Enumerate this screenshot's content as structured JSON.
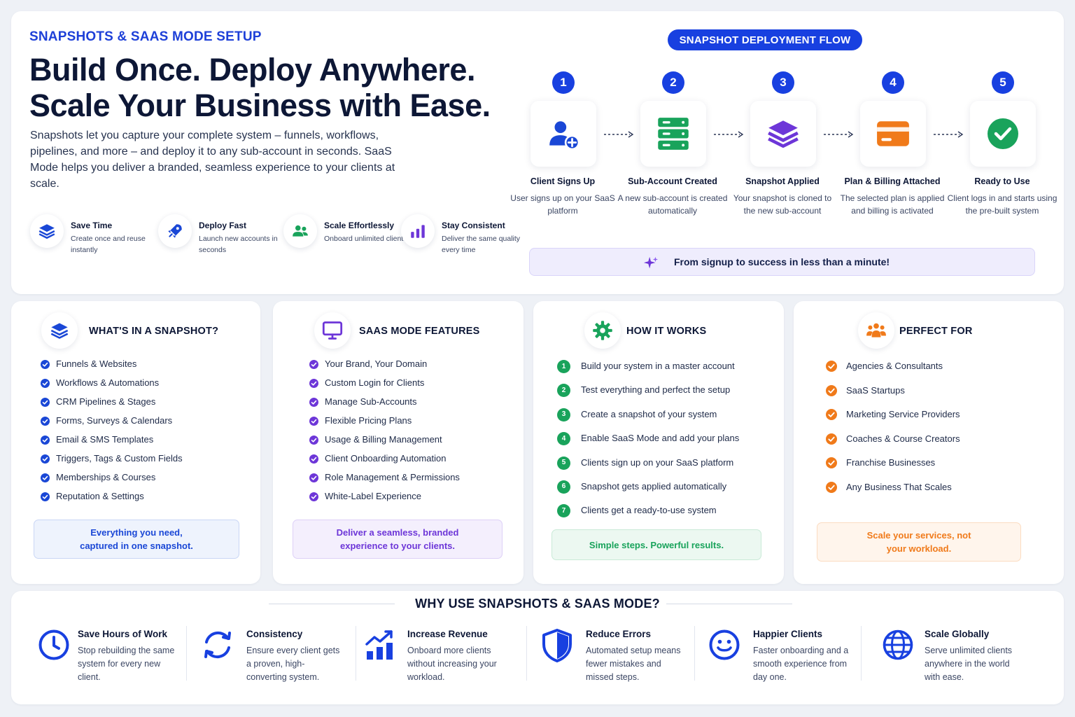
{
  "hero": {
    "eyebrow": "SNAPSHOTS & SAAS MODE SETUP",
    "headline_1": "Build Once. Deploy Anywhere.",
    "headline_2": "Scale Your Business with Ease.",
    "lead": "Snapshots let you capture your complete system – funnels, workflows, pipelines, and more – and deploy it to any sub-account in seconds. SaaS Mode helps you deliver a branded, seamless experience to your clients at scale.",
    "highlights": [
      {
        "title": "Save Time",
        "desc": "Create once and reuse instantly",
        "icon": "layers-icon"
      },
      {
        "title": "Deploy Fast",
        "desc": "Launch new accounts in seconds",
        "icon": "rocket-icon"
      },
      {
        "title": "Scale Effortlessly",
        "desc": "Onboard unlimited clients",
        "icon": "users-icon"
      },
      {
        "title": "Stay Consistent",
        "desc": "Deliver the same quality every time",
        "icon": "bar-chart-icon"
      }
    ]
  },
  "flow": {
    "title": "SNAPSHOT DEPLOYMENT FLOW",
    "steps": [
      {
        "num": "1",
        "title": "Client Signs Up",
        "desc": "User signs up on your SaaS platform",
        "icon": "user-plus-icon"
      },
      {
        "num": "2",
        "title": "Sub-Account Created",
        "desc": "A new sub-account is created automatically",
        "icon": "server-icon"
      },
      {
        "num": "3",
        "title": "Snapshot Applied",
        "desc": "Your snapshot is cloned to the new sub-account",
        "icon": "layers-icon"
      },
      {
        "num": "4",
        "title": "Plan & Billing Attached",
        "desc": "The selected plan is applied and billing is activated",
        "icon": "credit-card-icon"
      },
      {
        "num": "5",
        "title": "Ready to Use",
        "desc": "Client logs in and starts using the pre-built system",
        "icon": "check-circle-icon"
      }
    ],
    "banner": "From signup to success in less than a minute!"
  },
  "cards": {
    "snapshot": {
      "title": "WHAT'S IN A SNAPSHOT?",
      "items": [
        "Funnels & Websites",
        "Workflows & Automations",
        "CRM Pipelines & Stages",
        "Forms, Surveys & Calendars",
        "Email & SMS Templates",
        "Triggers, Tags & Custom Fields",
        "Memberships & Courses",
        "Reputation & Settings"
      ],
      "footer_1": "Everything you need,",
      "footer_2": "captured in one snapshot.",
      "accent": "#1a47d6"
    },
    "saas": {
      "title": "SAAS MODE FEATURES",
      "items": [
        "Your Brand, Your Domain",
        "Custom Login for Clients",
        "Manage Sub-Accounts",
        "Flexible Pricing Plans",
        "Usage & Billing Management",
        "Client Onboarding Automation",
        "Role Management & Permissions",
        "White-Label Experience"
      ],
      "footer_1": "Deliver a seamless, branded",
      "footer_2": "experience to your clients.",
      "accent": "#6d36d8"
    },
    "how": {
      "title": "HOW IT WORKS",
      "items": [
        "Build your system in a master account",
        "Test everything and perfect the setup",
        "Create a snapshot of your system",
        "Enable SaaS Mode and add your plans",
        "Clients sign up on your SaaS platform",
        "Snapshot gets applied automatically",
        "Clients get a ready-to-use system"
      ],
      "numbers": [
        "1",
        "2",
        "3",
        "4",
        "5",
        "6",
        "7"
      ],
      "footer": "Simple steps. Powerful results.",
      "accent": "#19a35b"
    },
    "perfect": {
      "title": "PERFECT FOR",
      "items": [
        "Agencies & Consultants",
        "SaaS Startups",
        "Marketing Service Providers",
        "Coaches & Course Creators",
        "Franchise Businesses",
        "Any Business That Scales"
      ],
      "footer_1": "Scale your services, not",
      "footer_2": "your workload.",
      "accent": "#f07a1a"
    }
  },
  "why": {
    "title": "WHY USE SNAPSHOTS & SAAS MODE?",
    "benefits": [
      {
        "title": "Save Hours of Work",
        "desc": "Stop rebuilding the same system for every new client.",
        "icon": "clock-icon"
      },
      {
        "title": "Consistency",
        "desc": "Ensure every client gets a proven, high-converting system.",
        "icon": "refresh-icon"
      },
      {
        "title": "Increase Revenue",
        "desc": "Onboard more clients without increasing your workload.",
        "icon": "growth-chart-icon"
      },
      {
        "title": "Reduce Errors",
        "desc": "Automated setup means fewer mistakes and missed steps.",
        "icon": "shield-icon"
      },
      {
        "title": "Happier Clients",
        "desc": "Faster onboarding and a smooth experience from day one.",
        "icon": "smile-icon"
      },
      {
        "title": "Scale Globally",
        "desc": "Serve unlimited clients anywhere in the world with ease.",
        "icon": "globe-icon"
      }
    ]
  },
  "colors": {
    "primary": "#1840e0",
    "purple": "#6d36d8",
    "green": "#19a35b",
    "orange": "#f07a1a",
    "navy": "#0d1736"
  }
}
